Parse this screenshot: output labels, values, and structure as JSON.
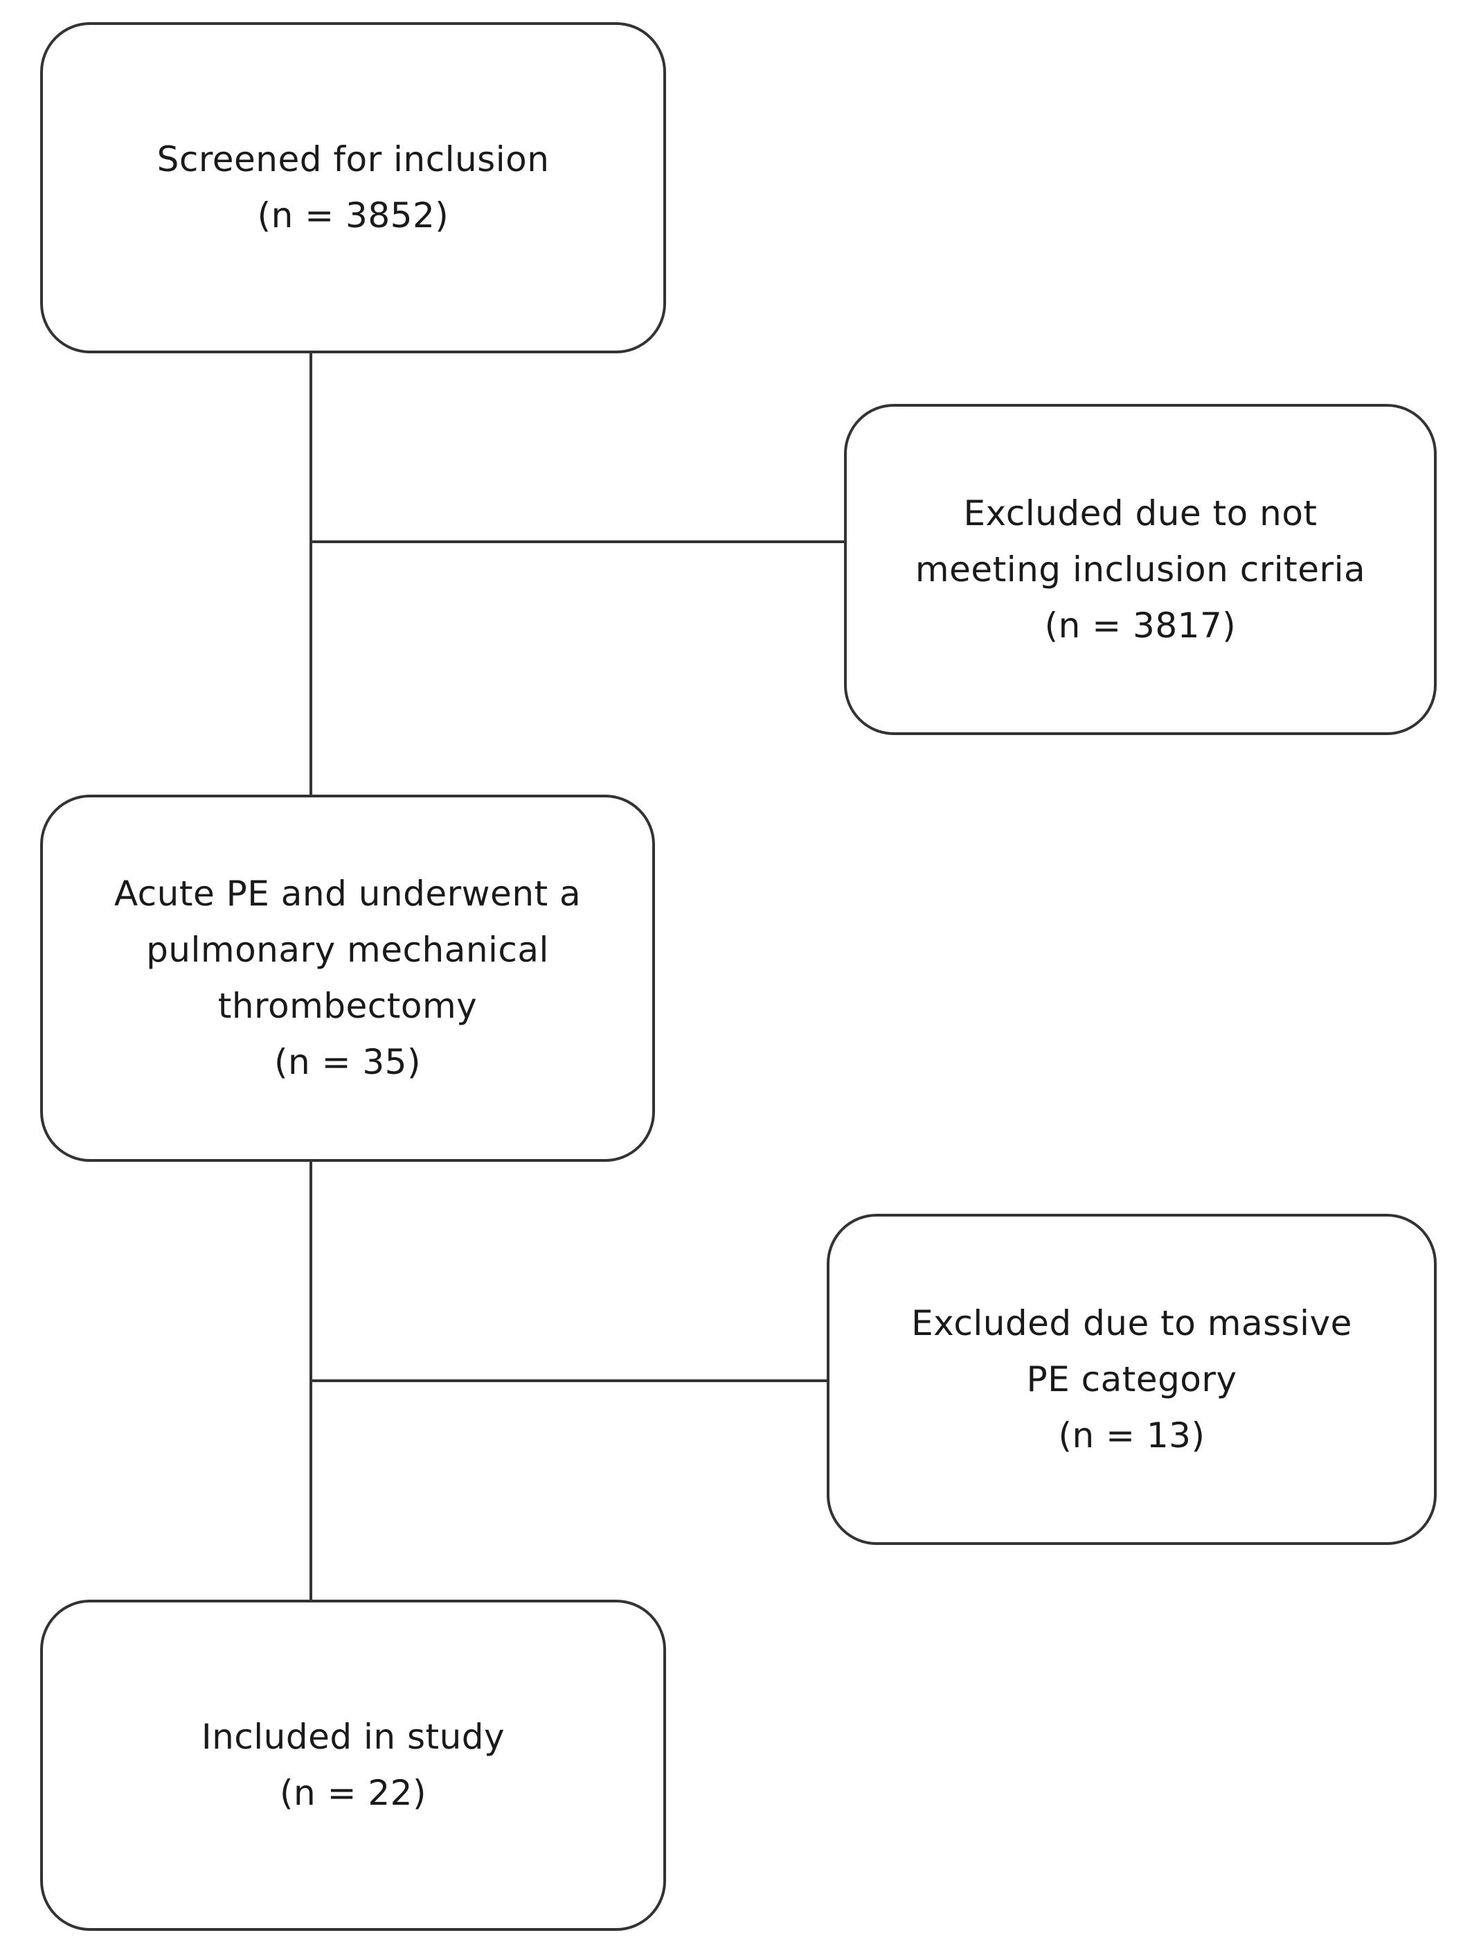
{
  "boxes": {
    "screened": {
      "lines": [
        "Screened for inclusion",
        "(n = 3852)"
      ]
    },
    "excluded_criteria": {
      "lines": [
        "Excluded due to not",
        "meeting inclusion criteria",
        "(n = 3817)"
      ]
    },
    "acute_pe": {
      "lines": [
        "Acute PE and underwent a",
        "pulmonary mechanical",
        "thrombectomy",
        "(n = 35)"
      ]
    },
    "excluded_massive": {
      "lines": [
        "Excluded due to massive",
        "PE category",
        "(n = 13)"
      ]
    },
    "included": {
      "lines": [
        "Included in study",
        "(n = 22)"
      ]
    }
  },
  "colors": {
    "line": "#333333",
    "text": "#1a1a1a",
    "background": "#ffffff"
  }
}
